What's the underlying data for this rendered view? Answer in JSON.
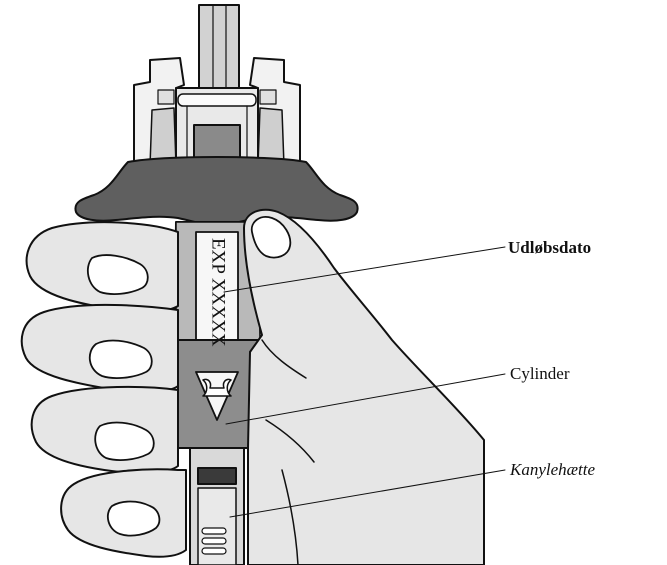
{
  "labels": {
    "expiry": "Udløbsdato",
    "barrel": "Cylinder",
    "needle_cap": "Kanylehætte"
  },
  "printed": {
    "exp_text": "EXP XXXXX"
  },
  "colors": {
    "outline": "#111111",
    "skin": "#e6e6e6",
    "finger_flange": "#5f5f5f",
    "window": "#f4f4f4",
    "barrel_gray": "#8d8d8d",
    "plunger": "#c8c8c8",
    "cap_dark": "#3a3a3a"
  },
  "icons": [
    "syringe-illustration",
    "hand-illustration"
  ]
}
